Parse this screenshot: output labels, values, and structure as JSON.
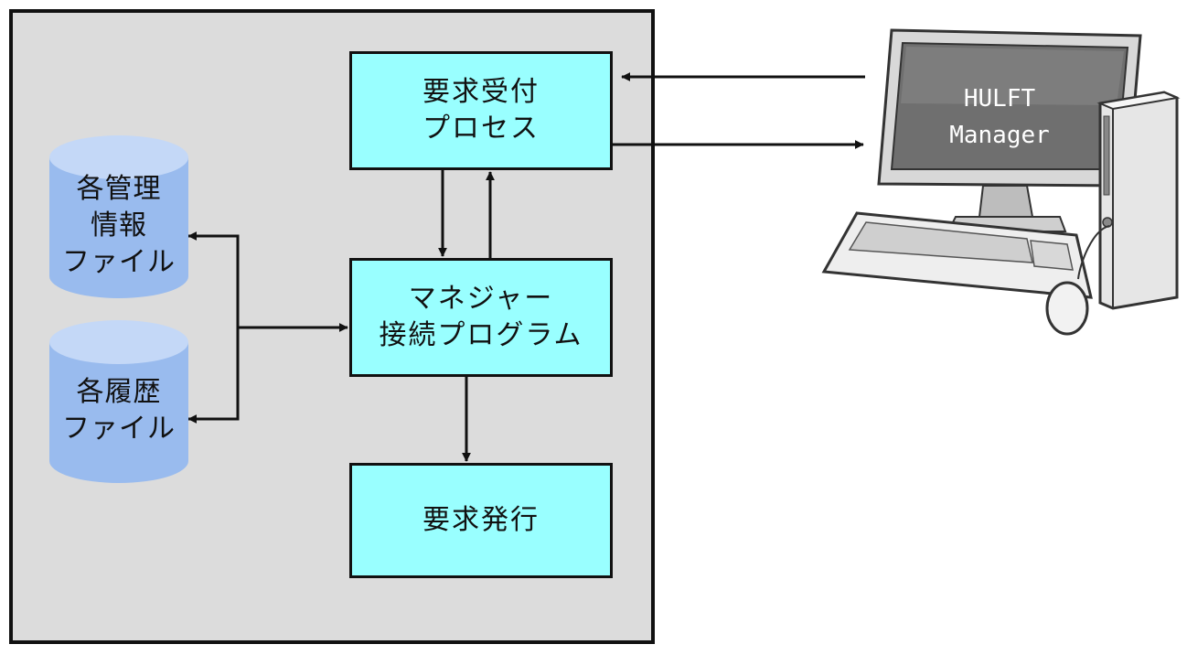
{
  "server": {
    "request_accept": {
      "line1": "要求受付",
      "line2": "プロセス"
    },
    "manager_connect": {
      "line1": "マネジャー",
      "line2": "接続プログラム"
    },
    "request_issue": {
      "label": "要求発行"
    },
    "mgmt_info_file": {
      "line1": "各管理",
      "line2": "情報",
      "line3": "ファイル"
    },
    "history_file": {
      "line1": "各履歴",
      "line2": "ファイル"
    }
  },
  "client": {
    "screen_line1": "HULFT",
    "screen_line2": "Manager"
  },
  "colors": {
    "process_fill": "#99ffff",
    "db_fill": "#99bbee",
    "db_top": "#c4d8f7",
    "panel_fill": "#dcdcdc"
  }
}
